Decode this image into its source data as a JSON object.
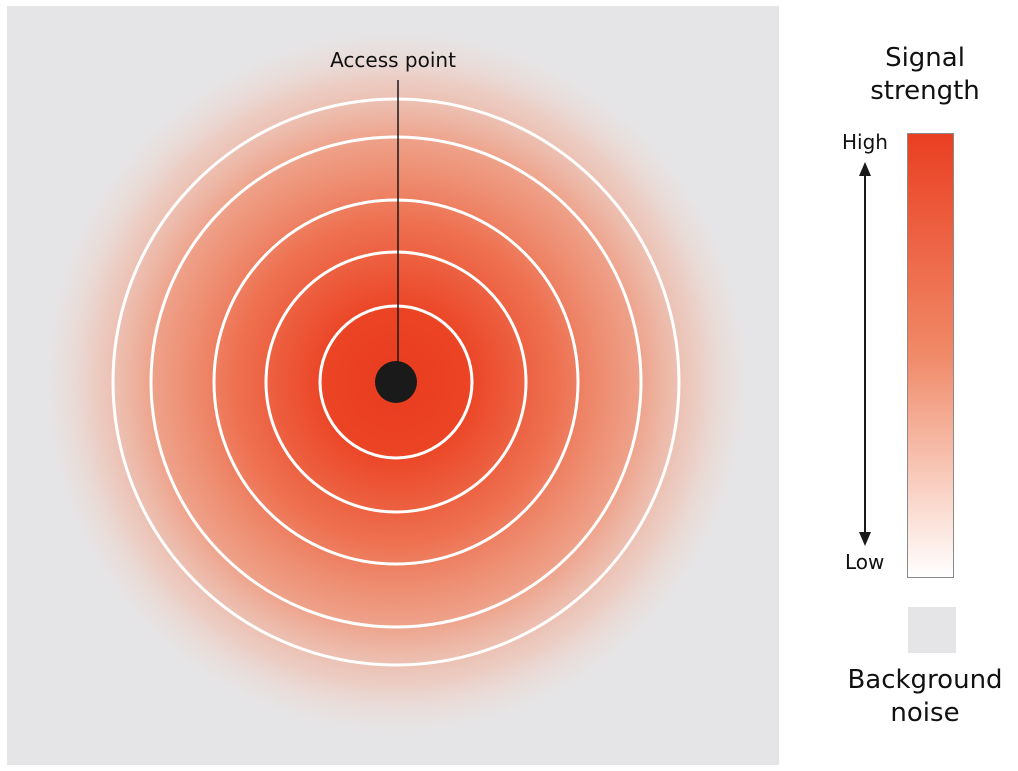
{
  "diagram": {
    "access_point_label": "Access point",
    "ring_count": 5
  },
  "legend": {
    "signal_title_line1": "Signal",
    "signal_title_line2": "strength",
    "high_label": "High",
    "low_label": "Low",
    "noise_title_line1": "Background",
    "noise_title_line2": "noise"
  },
  "colors": {
    "signal_high": "#ea3f22",
    "signal_mid": "#f08a68",
    "signal_low": "#ffffff",
    "background_noise": "#e5e5e7",
    "access_point": "#1a1a1a",
    "rings": "#ffffff"
  },
  "icons": {
    "access_point": "filled-circle-icon",
    "scale_arrow": "double-arrow-vertical-icon"
  }
}
